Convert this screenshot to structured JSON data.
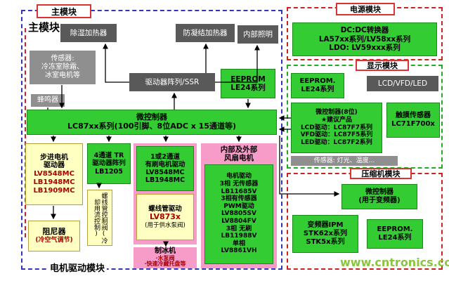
{
  "watermark": "www.cntronics.com",
  "main": {
    "title": "主模块",
    "heading": "主模块",
    "bottom_label": "电机驱动模块",
    "dehumid_heater": "除湿加热器",
    "anticond_heater": "防凝结加热器",
    "interior_light": "内部照明",
    "sensors": "传感器:\n冷冻室除霜、\n冰室电机等",
    "driver_array": "驱动器阵列/SSR",
    "eeprom": "EEPROM\nLE24系列",
    "buzzer": "蜂鸣器",
    "mcu": "微控制器\nLC87xx系列(100引脚、8位ADC x 15通道等)",
    "stepper": {
      "title": "步进电机\n驱动器",
      "parts": "LV8548MC\nLB1948MC\nLB1909MC"
    },
    "tr_array": "4通道 TR\n驱动器阵列\nLB1205",
    "solenoid_valve": "螺线管控制阀(冷却用流控制)",
    "brush_motor": "1或2通道\n有刷电机驱动\nLV8548MC\nLB1948MC",
    "solenoid_drive": {
      "title": "螺线管驱动",
      "part": "LV873x",
      "note": "(用于供水泵阀)"
    },
    "fan": {
      "title": "内部及外部\n风扇电机",
      "body": "电机驱动\n3相 无传感器\nLB11685V\n3相有传感器\nPWM驱动\nLV8805SV\nLV8804FV\n3相 无刷\nLB11988V\n单相\nLV8861VH"
    },
    "damper": {
      "title": "阻尼器",
      "note": "(冷空气调节)"
    },
    "icemaker": {
      "title": "制冰机",
      "note": "·水泵阀\n·快速冷藏托盘等"
    }
  },
  "power": {
    "title": "电源模块",
    "block": "DC:DC转换器\nLA57xx系列/LV58xx系列\nLDO: LV59xxx系列"
  },
  "display": {
    "title": "显示模块",
    "eeprom": "EEPROM.\nLE24系列",
    "lcd": "LCD/VFD/LED",
    "mcu": "微控制器(8位)\n★建议产品\nLCD驱动：LC87F7系列\nVFD驱动：LC87F5系列\nLED驱动：LC87F2系列",
    "touch": "触摸传感器\nLC71F700x",
    "sensors": "传感器: 灯光、温度..."
  },
  "compressor": {
    "title": "压缩机模块",
    "mcu": "微控制器\n(用于变频器)",
    "ipm": "变频器IPM\nSTK62x系列\nSTK5x系列",
    "eeprom": "EEPROM.\nLE24系列"
  }
}
